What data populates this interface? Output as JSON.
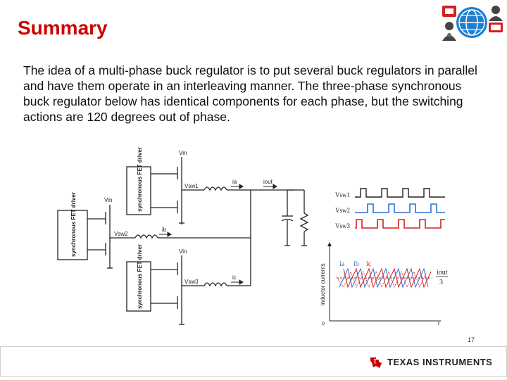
{
  "slide": {
    "title": "Summary",
    "body": "The idea of a multi-phase buck regulator is to put several buck regulators in parallel and have them operate in an interleaving manner. The three-phase synchronous buck regulator below has identical components for each phase, but the switching actions are 120 degrees out of phase.",
    "page_number": "17"
  },
  "circuit": {
    "vin_top": "Vin",
    "vin_mid": "Vin",
    "vin_bottom": "Vin",
    "vsw1": "Vsw1",
    "vsw2": "Vsw2",
    "vsw3": "Vsw3",
    "ia": "ia",
    "ib": "ib",
    "ic": "ic",
    "iout": "iout",
    "driver_label": "synchronous FET driver"
  },
  "waveforms": {
    "labels": [
      "Vsw1",
      "Vsw2",
      "Vsw3"
    ],
    "colors": [
      "#222222",
      "#2f6fd6",
      "#d62020"
    ]
  },
  "inductor_plot": {
    "ylabel": "inductor currents",
    "legend": [
      "ia",
      "ib",
      "ic"
    ],
    "legend_colors": [
      "#2f6fd6",
      "#d62020",
      "#d62020"
    ],
    "iout_label": "iout",
    "iout_divisor": "3",
    "origin_label": "0",
    "t_label": "t"
  },
  "footer": {
    "brand": "TEXAS INSTRUMENTS",
    "brand_color": "#cc0000"
  }
}
